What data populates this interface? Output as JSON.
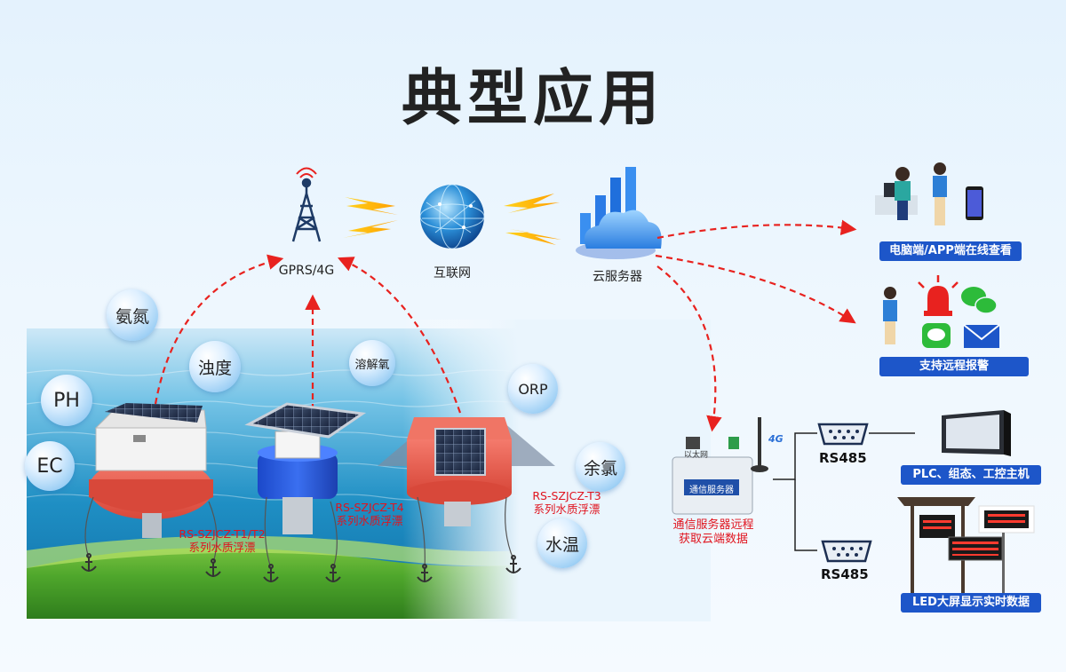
{
  "title": "典型应用",
  "network": {
    "tower_label": "GPRS/4G",
    "internet_label": "互联网",
    "cloud_label": "云服务器"
  },
  "parameters": [
    {
      "id": "ammonia",
      "label": "氨氮"
    },
    {
      "id": "turbidity",
      "label": "浊度"
    },
    {
      "id": "do",
      "label": "溶解氧"
    },
    {
      "id": "orp",
      "label": "ORP"
    },
    {
      "id": "ph",
      "label": "PH"
    },
    {
      "id": "ec",
      "label": "EC"
    },
    {
      "id": "chlorine",
      "label": "余氯"
    },
    {
      "id": "temp",
      "label": "水温"
    }
  ],
  "buoys": [
    {
      "id": "t1",
      "line1": "RS-SZJCZ-T1/T2",
      "line2": "系列水质浮漂"
    },
    {
      "id": "t4",
      "line1": "RS-SZJCZ-T4",
      "line2": "系列水质浮漂"
    },
    {
      "id": "t3",
      "line1": "RS-SZJCZ-T3",
      "line2": "系列水质浮漂"
    }
  ],
  "outputs": {
    "online_view": "电脑端/APP端在线查看",
    "remote_alarm": "支持远程报警",
    "comm_server_line1": "通信服务器远程",
    "comm_server_line2": "获取云端数据",
    "device_text": "通信服务器",
    "device_port": "以太网",
    "antenna_badge": "4G",
    "rs485_top": "RS485",
    "rs485_bottom": "RS485",
    "plc": "PLC、组态、工控主机",
    "led": "LED大屏显示实时数据"
  },
  "colors": {
    "banner": "#1d56c9",
    "arrow": "#e8221f",
    "label_red": "#e0141e"
  }
}
